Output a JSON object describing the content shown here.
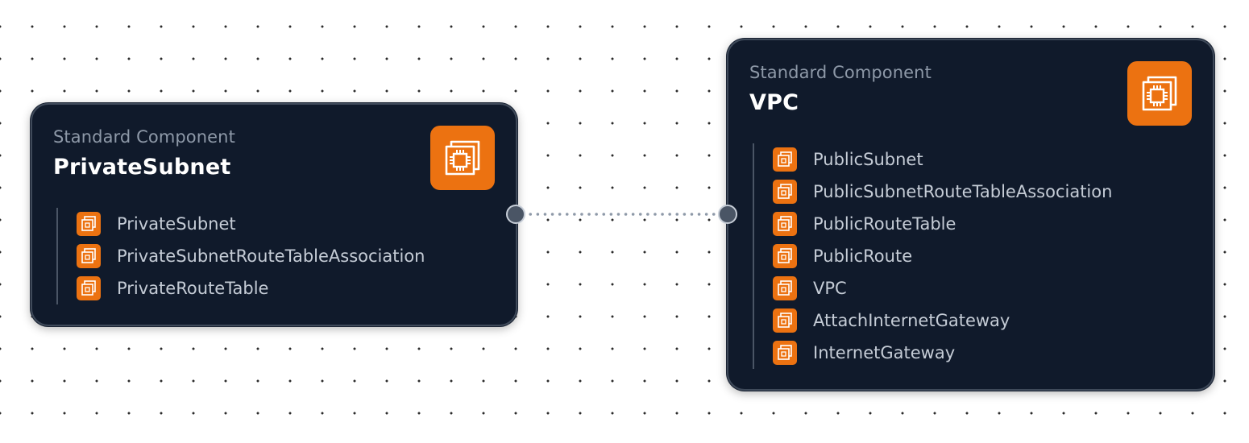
{
  "colors": {
    "card_background": "#101a2b",
    "card_border": "#3f4a5a",
    "accent_orange": "#ec7211",
    "title_white": "#ffffff",
    "subtitle_gray": "#8e99a8",
    "item_text": "#c5ccd6",
    "connector": "#8e99a8"
  },
  "nodes": [
    {
      "type_label": "Standard Component",
      "title": "PrivateSubnet",
      "icon": "ec2-chip-icon",
      "items": [
        {
          "label": "PrivateSubnet",
          "icon": "ec2-chip-icon"
        },
        {
          "label": "PrivateSubnetRouteTableAssociation",
          "icon": "ec2-chip-icon"
        },
        {
          "label": "PrivateRouteTable",
          "icon": "ec2-chip-icon"
        }
      ]
    },
    {
      "type_label": "Standard Component",
      "title": "VPC",
      "icon": "ec2-chip-icon",
      "items": [
        {
          "label": "PublicSubnet",
          "icon": "ec2-chip-icon"
        },
        {
          "label": "PublicSubnetRouteTableAssociation",
          "icon": "ec2-chip-icon"
        },
        {
          "label": "PublicRouteTable",
          "icon": "ec2-chip-icon"
        },
        {
          "label": "PublicRoute",
          "icon": "ec2-chip-icon"
        },
        {
          "label": "VPC",
          "icon": "ec2-chip-icon"
        },
        {
          "label": "AttachInternetGateway",
          "icon": "ec2-chip-icon"
        },
        {
          "label": "InternetGateway",
          "icon": "ec2-chip-icon"
        }
      ]
    }
  ],
  "edges": [
    {
      "from": "PrivateSubnet",
      "to": "VPC",
      "style": "dotted"
    }
  ]
}
